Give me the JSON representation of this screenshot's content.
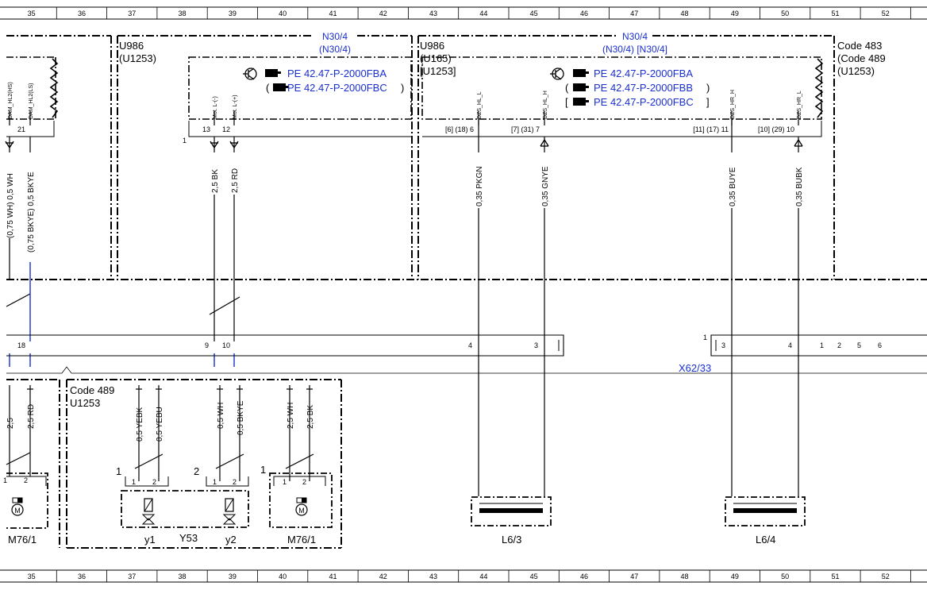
{
  "grid": {
    "columns": [
      "35",
      "36",
      "37",
      "38",
      "39",
      "40",
      "41",
      "42",
      "43",
      "44",
      "45",
      "46",
      "47",
      "48",
      "49",
      "50",
      "51",
      "52"
    ]
  },
  "blocks": {
    "u986_left": {
      "lines": [
        "U986",
        "(U1253)"
      ]
    },
    "u986_left_top": {
      "lines": [
        "N30/4",
        "(N30/4)"
      ]
    },
    "u986_right": {
      "lines": [
        "U986",
        "(U165)",
        "[U1253]"
      ]
    },
    "u986_right_top": {
      "lines": [
        "N30/4",
        "(N30/4) [N30/4]"
      ]
    },
    "code483": {
      "lines": [
        "Code 483",
        "(Code 489",
        "(U1253)"
      ]
    },
    "code489": {
      "lines": [
        "Code 489",
        "U1253"
      ]
    }
  },
  "references": {
    "left": [
      "PE 42.47-P-2000FBA",
      "PE 42.47-P-2000FBC"
    ],
    "left_wrap": [
      "",
      "(",
      ")"
    ],
    "right": [
      "PE 42.47-P-2000FBA",
      "PE 42.47-P-2000FBB",
      "PE 42.47-P-2000FBC"
    ],
    "right_wrap": [
      "",
      "(",
      ")",
      "[",
      "]"
    ]
  },
  "pins": {
    "dam_hl2_hs": "DAM_HL2(HS)",
    "dam_hl2_ls": "DAM_HL2(LS)",
    "mot_l_minus": "Mot. L-(-)",
    "mot_l_plus": "Mot. L-(+)",
    "dzs_hl_l": "DZS_HL_L",
    "dzs_hl_h": "DZS_HL_H",
    "dzs_hr_h": "DZS_HR_H",
    "dzs_hr_l": "DZS_HR_L",
    "n21": "21",
    "n13": "13",
    "n12": "12",
    "n1": "1",
    "n6": "[6] (18) 6",
    "n7": "[7] (31) 7",
    "n11": "[11]  (17) 11",
    "n10": "[10]  (29) 10"
  },
  "wires": {
    "w1": "(0,75 WH) 0,5 WH",
    "w2": "(0,75 BKYE) 0,5 BKYE",
    "w3": "2,5 BK",
    "w4": "2,5 RD",
    "w5": "0,35 PKGN",
    "w6": "0,35 GNYE",
    "w7": "0,35 BUYE",
    "w8": "0,35 BUBK",
    "w9": "2,5 RD",
    "w10": "0,5 YEBK",
    "w11": "0,5 YEBU",
    "w12": "0,5 WH",
    "w13": "0,5 BKYE",
    "w14": "2,5 WH",
    "w15": "2,5 BK",
    "w16": "2,5"
  },
  "connector": {
    "pins": [
      "18",
      "9",
      "10",
      "4",
      "3"
    ],
    "x62_pins": [
      "1",
      "3",
      "4",
      "1",
      "2",
      "5",
      "6"
    ],
    "x62_label": "X62/33"
  },
  "components": {
    "m76_left": "M76/1",
    "m76_right": "M76/1",
    "y53": "Y53",
    "y1": "y1",
    "y2": "y2",
    "l6_3": "L6/3",
    "l6_4": "L6/4",
    "comp_pins": [
      "1",
      "2",
      "1",
      "2",
      "2",
      "1",
      "2",
      "1",
      "1",
      "2"
    ]
  }
}
